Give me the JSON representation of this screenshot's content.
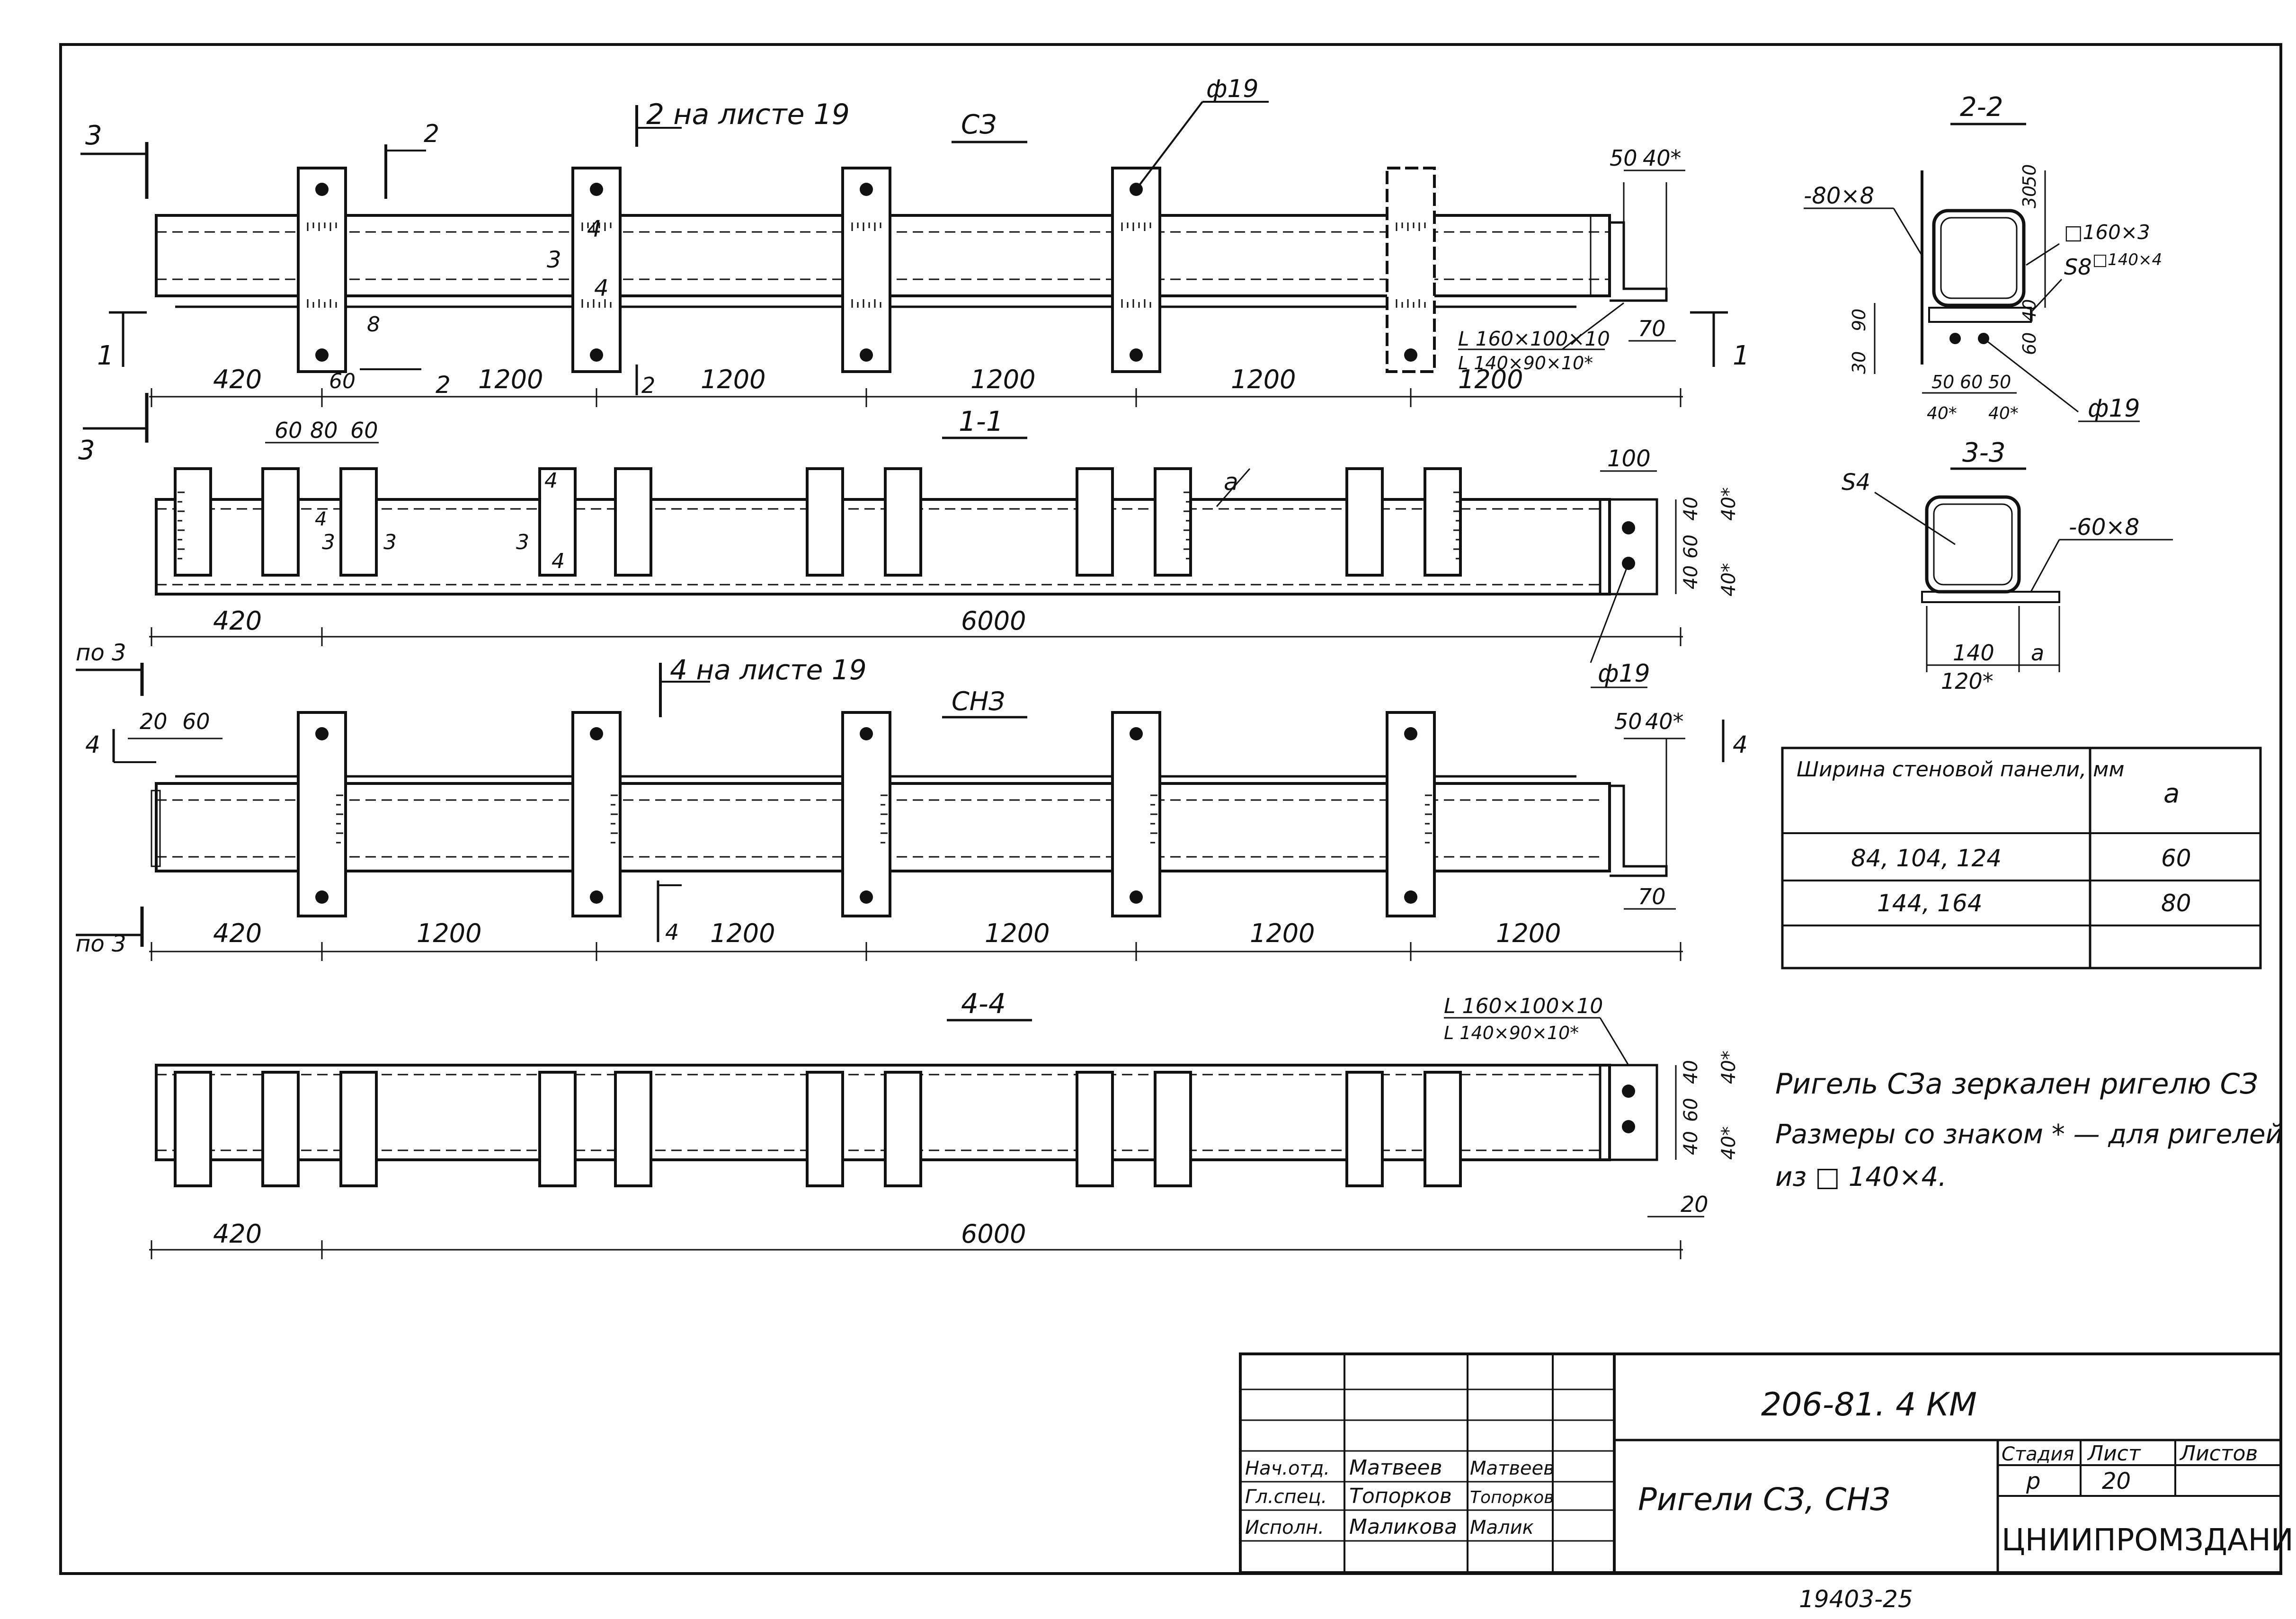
{
  "sheet": {
    "doc_code": "206-81. 4 КМ",
    "sheet_title": "Ригели СЗ, СНЗ",
    "organization": "ЦНИИПРОМЗДАНИЙ",
    "stage_header": "Стадия",
    "stage_value": "р",
    "sheet_header": "Лист",
    "sheet_value": "20",
    "sheets_header": "Листов",
    "sheets_value": "",
    "footer_number": "19403-25",
    "signers": [
      {
        "role": "Нач.отд.",
        "name": "Матвеев",
        "sign": "Матвеев"
      },
      {
        "role": "Гл.спец.",
        "name": "Топорков",
        "sign": "Топорков"
      },
      {
        "role": "Исполн.",
        "name": "Маликова",
        "sign": "Малик"
      }
    ]
  },
  "views": {
    "sz": {
      "title": "СЗ",
      "ref_note": "2 на листе 19",
      "hole_label": "ф19",
      "dims": [
        "420",
        "1200",
        "1200",
        "1200",
        "1200",
        "1200",
        "60"
      ],
      "top_dims": [
        "50",
        "40*"
      ],
      "side_dim": "70",
      "angle_main": "L 160×100×10",
      "angle_alt": "L 140×90×10*",
      "cut_marks": [
        "3",
        "3",
        "2",
        "2",
        "1",
        "1",
        "2",
        "4",
        "4",
        "3",
        "3"
      ]
    },
    "s11": {
      "title": "1-1",
      "top_dims": [
        "60",
        "80",
        "60"
      ],
      "dims": [
        "420",
        "6000"
      ],
      "end_dim": "100",
      "right_dims": [
        "40",
        "60",
        "40",
        "40*",
        "40*"
      ],
      "hole_label": "ф19",
      "a_mark": "а",
      "marks": [
        "4",
        "3",
        "3",
        "3",
        "4",
        "4"
      ]
    },
    "snz": {
      "title": "СНЗ",
      "ref_note": "4 на листе 19",
      "top_dims": [
        "20",
        "60"
      ],
      "dims": [
        "420",
        "1200",
        "1200",
        "1200",
        "1200",
        "1200"
      ],
      "end_dims": [
        "50",
        "40*"
      ],
      "side_dim": "70",
      "cut_marks": [
        "по 3",
        "по 3",
        "4",
        "4",
        "4"
      ]
    },
    "s44": {
      "title": "4-4",
      "angle_main": "L 160×100×10",
      "angle_alt": "L 140×90×10*",
      "dims": [
        "420",
        "6000"
      ],
      "end_dim": "20",
      "right_dims": [
        "40",
        "60",
        "40",
        "40*",
        "40*"
      ]
    },
    "s22": {
      "title": "2-2",
      "labels": [
        "-80×8",
        "□160×3",
        "□140×4",
        "S8",
        "ф19"
      ],
      "dims": [
        "50",
        "30",
        "30",
        "90",
        "40",
        "60",
        "50",
        "60",
        "50",
        "40*",
        "40*"
      ]
    },
    "s33": {
      "title": "3-3",
      "labels": [
        "S4",
        "-60×8"
      ],
      "dims": [
        "140",
        "а",
        "120*"
      ]
    }
  },
  "width_table": {
    "header_1": "Ширина стеновой панели, мм",
    "header_2": "а",
    "rows": [
      {
        "widths": "84, 104, 124",
        "a": "60"
      },
      {
        "widths": "144, 164",
        "a": "80"
      }
    ]
  },
  "notes": [
    "Ригель СЗа зеркален ригелю СЗ",
    "Размеры со знаком * — для ригелей",
    "из □ 140×4."
  ]
}
